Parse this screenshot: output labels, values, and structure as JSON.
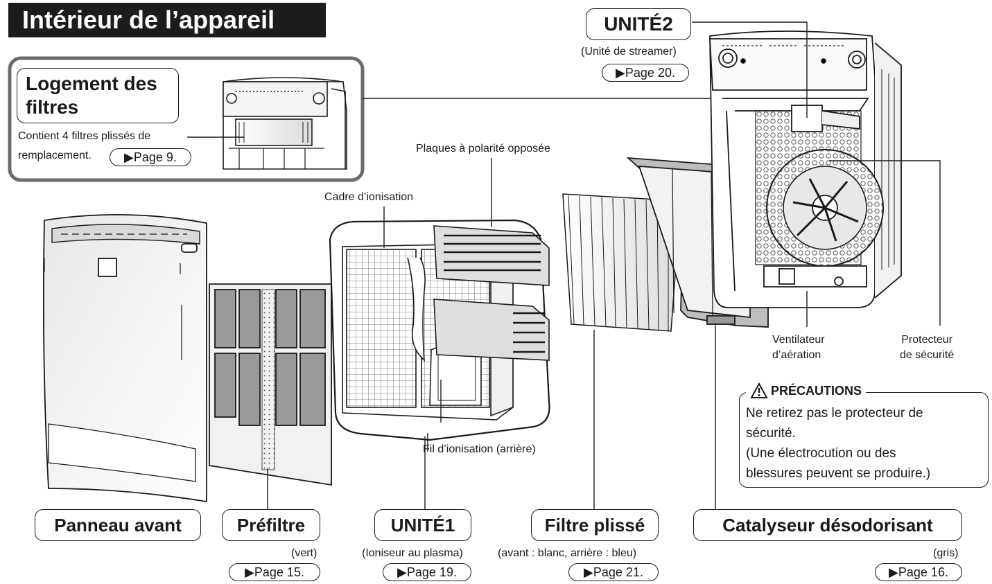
{
  "title": "Intérieur de l’appareil",
  "callout": {
    "heading": "Logement des filtres",
    "text_line1": "Contient 4 filtres plissés de",
    "text_line2": "remplacement.",
    "page_ref": "▶Page 9."
  },
  "unit2": {
    "name": "UNITÉ2",
    "subtitle": "(Unité de streamer)",
    "page_ref": "▶Page 20."
  },
  "labels": {
    "plates": "Plaques à polarité opposée",
    "ion_frame": "Cadre d’ionisation",
    "ion_wire": "Fil d’ionisation (arrière)",
    "fan_line1": "Ventilateur",
    "fan_line2": "d’aération",
    "guard_line1": "Protecteur",
    "guard_line2": "de sécurité"
  },
  "caution": {
    "heading": "PRÉCAUTIONS",
    "line1": "Ne retirez pas le protecteur de",
    "line2": "sécurité.",
    "line3": "(Une électrocution ou des",
    "line4": "blessures peuvent se produire.)"
  },
  "parts": {
    "front_panel": {
      "name": "Panneau avant"
    },
    "prefilter": {
      "name": "Préfiltre",
      "note": "(vert)",
      "page_ref": "▶Page 15."
    },
    "unit1": {
      "name": "UNITÉ1",
      "note": "(Ioniseur au plasma)",
      "page_ref": "▶Page 19."
    },
    "pleated": {
      "name": "Filtre plissé",
      "note": "(avant : blanc, arrière : bleu)",
      "page_ref": "▶Page 21."
    },
    "catalyst": {
      "name": "Catalyseur désodorisant",
      "note": "(gris)",
      "page_ref": "▶Page 16."
    }
  }
}
